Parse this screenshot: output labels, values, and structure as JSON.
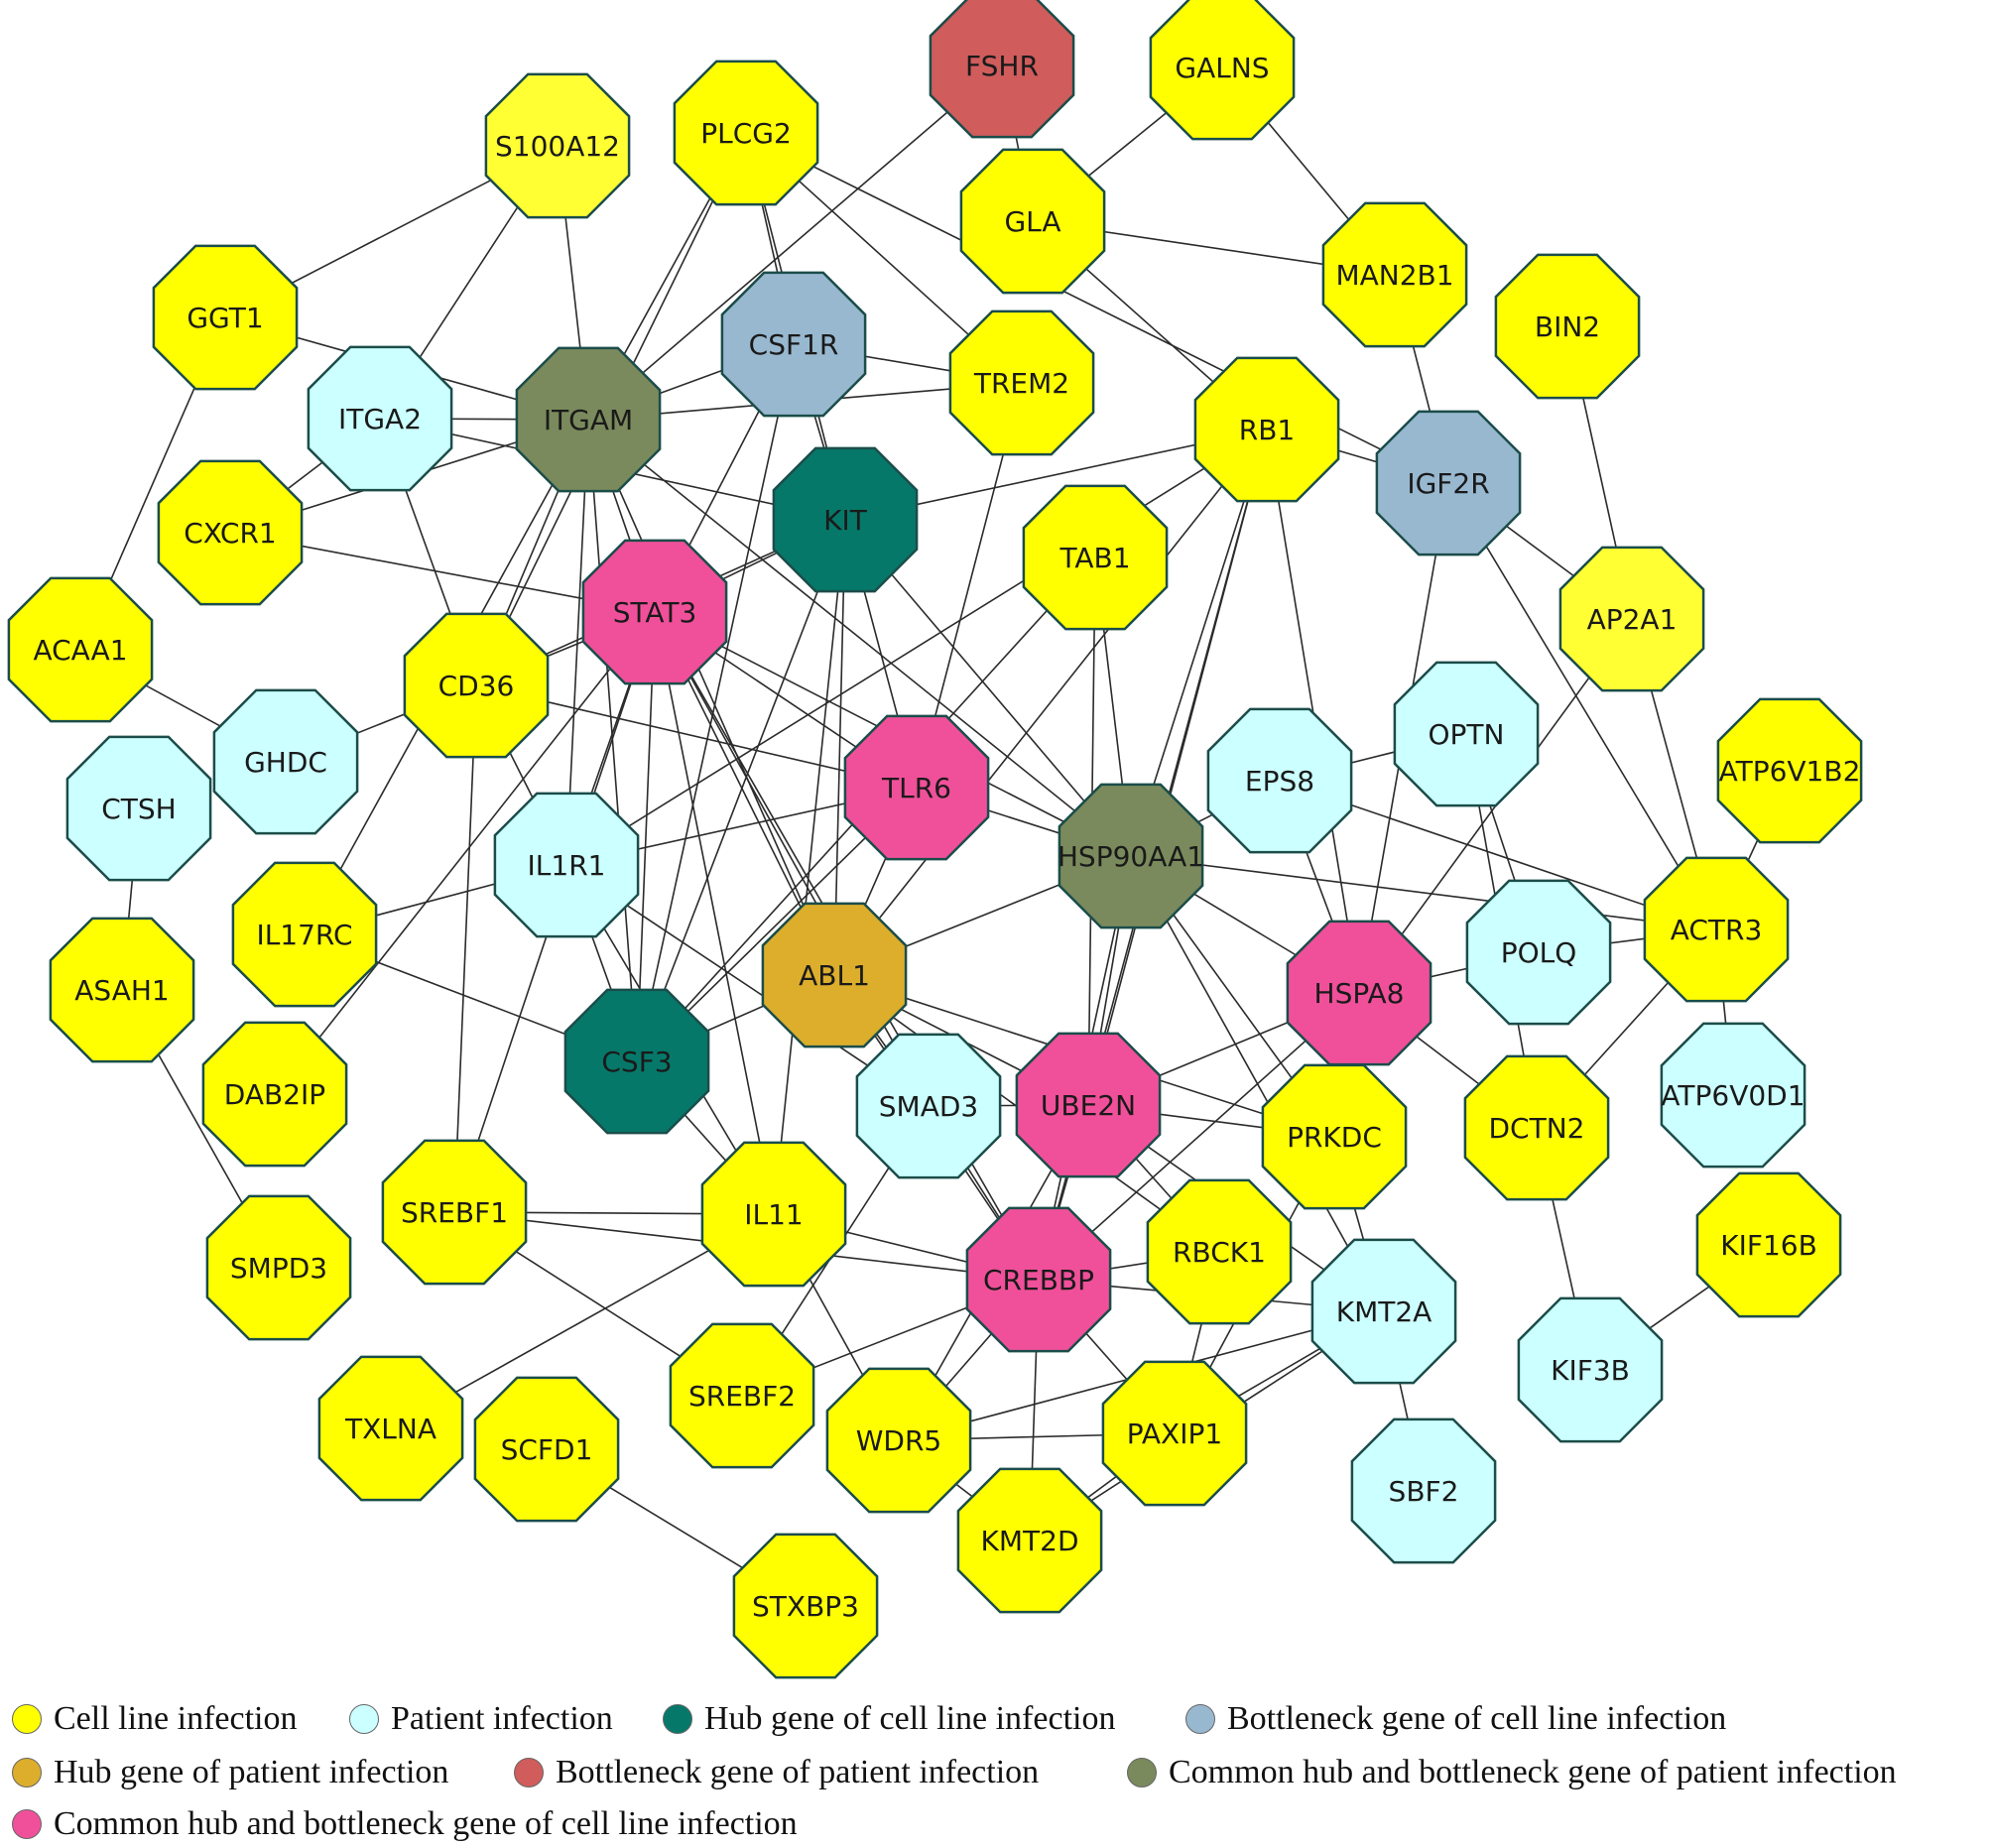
{
  "colors": {
    "cell_line": "#ffff00",
    "cell_line_light": "#ffff33",
    "patient": "#ccffff",
    "hub_cell": "#06786a",
    "bottleneck_cell": "#98b8d0",
    "hub_patient": "#dcae2c",
    "bottleneck_patient": "#d05c5c",
    "common_patient": "#7a8a5c",
    "common_cell": "#f0509a",
    "border": "#1b4d4a",
    "edge": "#2b2b2b"
  },
  "nodes": [
    {
      "id": "FSHR",
      "label": "FSHR",
      "group": "bottleneck_patient"
    },
    {
      "id": "GALNS",
      "label": "GALNS",
      "group": "cell_line"
    },
    {
      "id": "S100A12",
      "label": "S100A12",
      "group": "cell_line_light"
    },
    {
      "id": "PLCG2",
      "label": "PLCG2",
      "group": "cell_line"
    },
    {
      "id": "GLA",
      "label": "GLA",
      "group": "cell_line"
    },
    {
      "id": "MAN2B1",
      "label": "MAN2B1",
      "group": "cell_line"
    },
    {
      "id": "GGT1",
      "label": "GGT1",
      "group": "cell_line"
    },
    {
      "id": "CSF1R",
      "label": "CSF1R",
      "group": "bottleneck_cell"
    },
    {
      "id": "TREM2",
      "label": "TREM2",
      "group": "cell_line"
    },
    {
      "id": "BIN2",
      "label": "BIN2",
      "group": "cell_line"
    },
    {
      "id": "ITGA2",
      "label": "ITGA2",
      "group": "patient"
    },
    {
      "id": "ITGAM",
      "label": "ITGAM",
      "group": "common_patient"
    },
    {
      "id": "RB1",
      "label": "RB1",
      "group": "cell_line"
    },
    {
      "id": "IGF2R",
      "label": "IGF2R",
      "group": "bottleneck_cell"
    },
    {
      "id": "CXCR1",
      "label": "CXCR1",
      "group": "cell_line"
    },
    {
      "id": "KIT",
      "label": "KIT",
      "group": "hub_cell"
    },
    {
      "id": "TAB1",
      "label": "TAB1",
      "group": "cell_line"
    },
    {
      "id": "STAT3",
      "label": "STAT3",
      "group": "common_cell"
    },
    {
      "id": "ACAA1",
      "label": "ACAA1",
      "group": "cell_line"
    },
    {
      "id": "AP2A1",
      "label": "AP2A1",
      "group": "cell_line_light"
    },
    {
      "id": "CD36",
      "label": "CD36",
      "group": "cell_line"
    },
    {
      "id": "OPTN",
      "label": "OPTN",
      "group": "patient"
    },
    {
      "id": "GHDC",
      "label": "GHDC",
      "group": "patient"
    },
    {
      "id": "ATP6V1B2",
      "label": "ATP6V1B2",
      "group": "cell_line"
    },
    {
      "id": "EPS8",
      "label": "EPS8",
      "group": "patient"
    },
    {
      "id": "CTSH",
      "label": "CTSH",
      "group": "patient"
    },
    {
      "id": "TLR6",
      "label": "TLR6",
      "group": "common_cell"
    },
    {
      "id": "HSP90AA1",
      "label": "HSP90AA1",
      "group": "common_patient"
    },
    {
      "id": "IL1R1",
      "label": "IL1R1",
      "group": "patient"
    },
    {
      "id": "ACTR3",
      "label": "ACTR3",
      "group": "cell_line"
    },
    {
      "id": "IL17RC",
      "label": "IL17RC",
      "group": "cell_line"
    },
    {
      "id": "POLQ",
      "label": "POLQ",
      "group": "patient"
    },
    {
      "id": "ABL1",
      "label": "ABL1",
      "group": "hub_patient"
    },
    {
      "id": "ASAH1",
      "label": "ASAH1",
      "group": "cell_line"
    },
    {
      "id": "HSPA8",
      "label": "HSPA8",
      "group": "common_cell"
    },
    {
      "id": "CSF3",
      "label": "CSF3",
      "group": "hub_cell"
    },
    {
      "id": "ATP6V0D1",
      "label": "ATP6V0D1",
      "group": "patient"
    },
    {
      "id": "DAB2IP",
      "label": "DAB2IP",
      "group": "cell_line"
    },
    {
      "id": "SMAD3",
      "label": "SMAD3",
      "group": "patient"
    },
    {
      "id": "UBE2N",
      "label": "UBE2N",
      "group": "common_cell"
    },
    {
      "id": "PRKDC",
      "label": "PRKDC",
      "group": "cell_line"
    },
    {
      "id": "DCTN2",
      "label": "DCTN2",
      "group": "cell_line"
    },
    {
      "id": "SREBF1",
      "label": "SREBF1",
      "group": "cell_line"
    },
    {
      "id": "IL11",
      "label": "IL11",
      "group": "cell_line"
    },
    {
      "id": "KIF16B",
      "label": "KIF16B",
      "group": "cell_line"
    },
    {
      "id": "SMPD3",
      "label": "SMPD3",
      "group": "cell_line"
    },
    {
      "id": "RBCK1",
      "label": "RBCK1",
      "group": "cell_line"
    },
    {
      "id": "CREBBP",
      "label": "CREBBP",
      "group": "common_cell"
    },
    {
      "id": "KMT2A",
      "label": "KMT2A",
      "group": "patient"
    },
    {
      "id": "KIF3B",
      "label": "KIF3B",
      "group": "patient"
    },
    {
      "id": "SREBF2",
      "label": "SREBF2",
      "group": "cell_line"
    },
    {
      "id": "TXLNA",
      "label": "TXLNA",
      "group": "cell_line"
    },
    {
      "id": "SCFD1",
      "label": "SCFD1",
      "group": "cell_line"
    },
    {
      "id": "WDR5",
      "label": "WDR5",
      "group": "cell_line"
    },
    {
      "id": "PAXIP1",
      "label": "PAXIP1",
      "group": "cell_line"
    },
    {
      "id": "SBF2",
      "label": "SBF2",
      "group": "patient"
    },
    {
      "id": "KMT2D",
      "label": "KMT2D",
      "group": "cell_line"
    },
    {
      "id": "STXBP3",
      "label": "STXBP3",
      "group": "cell_line"
    }
  ],
  "edges": [
    [
      "FSHR",
      "GLA"
    ],
    [
      "FSHR",
      "ITGAM"
    ],
    [
      "GALNS",
      "GLA"
    ],
    [
      "GALNS",
      "MAN2B1"
    ],
    [
      "GLA",
      "MAN2B1"
    ],
    [
      "GLA",
      "RB1"
    ],
    [
      "MAN2B1",
      "IGF2R"
    ],
    [
      "S100A12",
      "GGT1"
    ],
    [
      "S100A12",
      "ITGAM"
    ],
    [
      "S100A12",
      "ITGA2"
    ],
    [
      "PLCG2",
      "CSF1R"
    ],
    [
      "PLCG2",
      "KIT"
    ],
    [
      "PLCG2",
      "ITGAM"
    ],
    [
      "PLCG2",
      "CD36"
    ],
    [
      "PLCG2",
      "IGF2R"
    ],
    [
      "GGT1",
      "ITGAM"
    ],
    [
      "GGT1",
      "ACAA1"
    ],
    [
      "CSF1R",
      "TREM2"
    ],
    [
      "CSF1R",
      "ITGAM"
    ],
    [
      "CSF1R",
      "KIT"
    ],
    [
      "CSF1R",
      "STAT3"
    ],
    [
      "CSF1R",
      "CSF3"
    ],
    [
      "TREM2",
      "ITGAM"
    ],
    [
      "TREM2",
      "PLCG2"
    ],
    [
      "TREM2",
      "TLR6"
    ],
    [
      "ITGA2",
      "ITGAM"
    ],
    [
      "ITGA2",
      "CXCR1"
    ],
    [
      "ITGA2",
      "CD36"
    ],
    [
      "ITGA2",
      "KIT"
    ],
    [
      "ITGAM",
      "CXCR1"
    ],
    [
      "ITGAM",
      "CD36"
    ],
    [
      "ITGAM",
      "STAT3"
    ],
    [
      "ITGAM",
      "IL1R1"
    ],
    [
      "ITGAM",
      "CSF3"
    ],
    [
      "ITGAM",
      "HSP90AA1"
    ],
    [
      "ITGAM",
      "IL17RC"
    ],
    [
      "ITGAM",
      "ABL1"
    ],
    [
      "CXCR1",
      "STAT3"
    ],
    [
      "KIT",
      "STAT3"
    ],
    [
      "KIT",
      "RB1"
    ],
    [
      "KIT",
      "ABL1"
    ],
    [
      "KIT",
      "CSF3"
    ],
    [
      "KIT",
      "HSP90AA1"
    ],
    [
      "KIT",
      "TLR6"
    ],
    [
      "KIT",
      "IL11"
    ],
    [
      "KIT",
      "CD36"
    ],
    [
      "RB1",
      "HSP90AA1"
    ],
    [
      "RB1",
      "UBE2N"
    ],
    [
      "RB1",
      "ABL1"
    ],
    [
      "RB1",
      "IGF2R"
    ],
    [
      "RB1",
      "HSPA8"
    ],
    [
      "RB1",
      "IL1R1"
    ],
    [
      "RB1",
      "CREBBP"
    ],
    [
      "IGF2R",
      "AP2A1"
    ],
    [
      "IGF2R",
      "HSPA8"
    ],
    [
      "IGF2R",
      "ACTR3"
    ],
    [
      "BIN2",
      "AP2A1"
    ],
    [
      "AP2A1",
      "ACTR3"
    ],
    [
      "AP2A1",
      "HSPA8"
    ],
    [
      "TAB1",
      "HSP90AA1"
    ],
    [
      "TAB1",
      "CSF3"
    ],
    [
      "TAB1",
      "UBE2N"
    ],
    [
      "STAT3",
      "CD36"
    ],
    [
      "STAT3",
      "TLR6"
    ],
    [
      "STAT3",
      "ABL1"
    ],
    [
      "STAT3",
      "HSP90AA1"
    ],
    [
      "STAT3",
      "CSF3"
    ],
    [
      "STAT3",
      "IL1R1"
    ],
    [
      "STAT3",
      "SMAD3"
    ],
    [
      "STAT3",
      "CREBBP"
    ],
    [
      "STAT3",
      "IL11"
    ],
    [
      "STAT3",
      "DAB2IP"
    ],
    [
      "STAT3",
      "SREBF1"
    ],
    [
      "ACAA1",
      "GHDC"
    ],
    [
      "CD36",
      "GHDC"
    ],
    [
      "CD36",
      "IL1R1"
    ],
    [
      "CD36",
      "SREBF1"
    ],
    [
      "CD36",
      "TLR6"
    ],
    [
      "CTSH",
      "ASAH1"
    ],
    [
      "ASAH1",
      "SMPD3"
    ],
    [
      "TLR6",
      "HSP90AA1"
    ],
    [
      "TLR6",
      "IL1R1"
    ],
    [
      "TLR6",
      "ABL1"
    ],
    [
      "TLR6",
      "CSF3"
    ],
    [
      "HSP90AA1",
      "EPS8"
    ],
    [
      "HSP90AA1",
      "ABL1"
    ],
    [
      "HSP90AA1",
      "HSPA8"
    ],
    [
      "HSP90AA1",
      "UBE2N"
    ],
    [
      "HSP90AA1",
      "PRKDC"
    ],
    [
      "HSP90AA1",
      "KMT2A"
    ],
    [
      "HSP90AA1",
      "ACTR3"
    ],
    [
      "HSP90AA1",
      "CREBBP"
    ],
    [
      "EPS8",
      "OPTN"
    ],
    [
      "EPS8",
      "HSPA8"
    ],
    [
      "EPS8",
      "ACTR3"
    ],
    [
      "OPTN",
      "POLQ"
    ],
    [
      "OPTN",
      "DCTN2"
    ],
    [
      "ATP6V1B2",
      "ACTR3"
    ],
    [
      "ACTR3",
      "POLQ"
    ],
    [
      "ACTR3",
      "ATP6V0D1"
    ],
    [
      "ACTR3",
      "DCTN2"
    ],
    [
      "POLQ",
      "HSPA8"
    ],
    [
      "HSPA8",
      "UBE2N"
    ],
    [
      "HSPA8",
      "DCTN2"
    ],
    [
      "HSPA8",
      "CREBBP"
    ],
    [
      "IL1R1",
      "IL17RC"
    ],
    [
      "IL1R1",
      "CSF3"
    ],
    [
      "IL1R1",
      "IL11"
    ],
    [
      "IL1R1",
      "SMAD3"
    ],
    [
      "ABL1",
      "CSF3"
    ],
    [
      "ABL1",
      "SMAD3"
    ],
    [
      "ABL1",
      "UBE2N"
    ],
    [
      "ABL1",
      "CREBBP"
    ],
    [
      "ABL1",
      "RBCK1"
    ],
    [
      "ABL1",
      "PRKDC"
    ],
    [
      "IL17RC",
      "CSF3"
    ],
    [
      "CSF3",
      "IL11"
    ],
    [
      "SMAD3",
      "UBE2N"
    ],
    [
      "SMAD3",
      "CREBBP"
    ],
    [
      "SMAD3",
      "SREBF2"
    ],
    [
      "UBE2N",
      "CREBBP"
    ],
    [
      "UBE2N",
      "RBCK1"
    ],
    [
      "UBE2N",
      "PRKDC"
    ],
    [
      "UBE2N",
      "KMT2A"
    ],
    [
      "UBE2N",
      "WDR5"
    ],
    [
      "PRKDC",
      "KMT2A"
    ],
    [
      "PRKDC",
      "PAXIP1"
    ],
    [
      "DCTN2",
      "KIF3B"
    ],
    [
      "KIF16B",
      "KIF3B"
    ],
    [
      "SREBF1",
      "IL11"
    ],
    [
      "SREBF1",
      "SREBF2"
    ],
    [
      "SREBF1",
      "CREBBP"
    ],
    [
      "IL11",
      "CREBBP"
    ],
    [
      "IL11",
      "TXLNA"
    ],
    [
      "IL11",
      "WDR5"
    ],
    [
      "CREBBP",
      "RBCK1"
    ],
    [
      "CREBBP",
      "KMT2A"
    ],
    [
      "CREBBP",
      "SREBF2"
    ],
    [
      "CREBBP",
      "WDR5"
    ],
    [
      "CREBBP",
      "KMT2D"
    ],
    [
      "CREBBP",
      "PAXIP1"
    ],
    [
      "RBCK1",
      "PAXIP1"
    ],
    [
      "KMT2A",
      "SBF2"
    ],
    [
      "KMT2A",
      "PAXIP1"
    ],
    [
      "KMT2A",
      "KMT2D"
    ],
    [
      "KMT2A",
      "WDR5"
    ],
    [
      "WDR5",
      "PAXIP1"
    ],
    [
      "WDR5",
      "KMT2D"
    ],
    [
      "PAXIP1",
      "KMT2D"
    ],
    [
      "SCFD1",
      "STXBP3"
    ]
  ],
  "legend": [
    {
      "label": "Cell line infection",
      "color": "#ffff00"
    },
    {
      "label": "Patient infection",
      "color": "#ccffff"
    },
    {
      "label": "Hub gene of cell line infection",
      "color": "#06786a"
    },
    {
      "label": "Bottleneck gene of cell line infection",
      "color": "#98b8d0"
    },
    {
      "label": "Hub gene of patient infection",
      "color": "#dcae2c"
    },
    {
      "label": "Bottleneck gene of patient infection",
      "color": "#d05c5c"
    },
    {
      "label": "Common hub and bottleneck gene of patient infection",
      "color": "#7a8a5c"
    },
    {
      "label": "Common hub and bottleneck gene of cell line infection",
      "color": "#f0509a"
    }
  ]
}
